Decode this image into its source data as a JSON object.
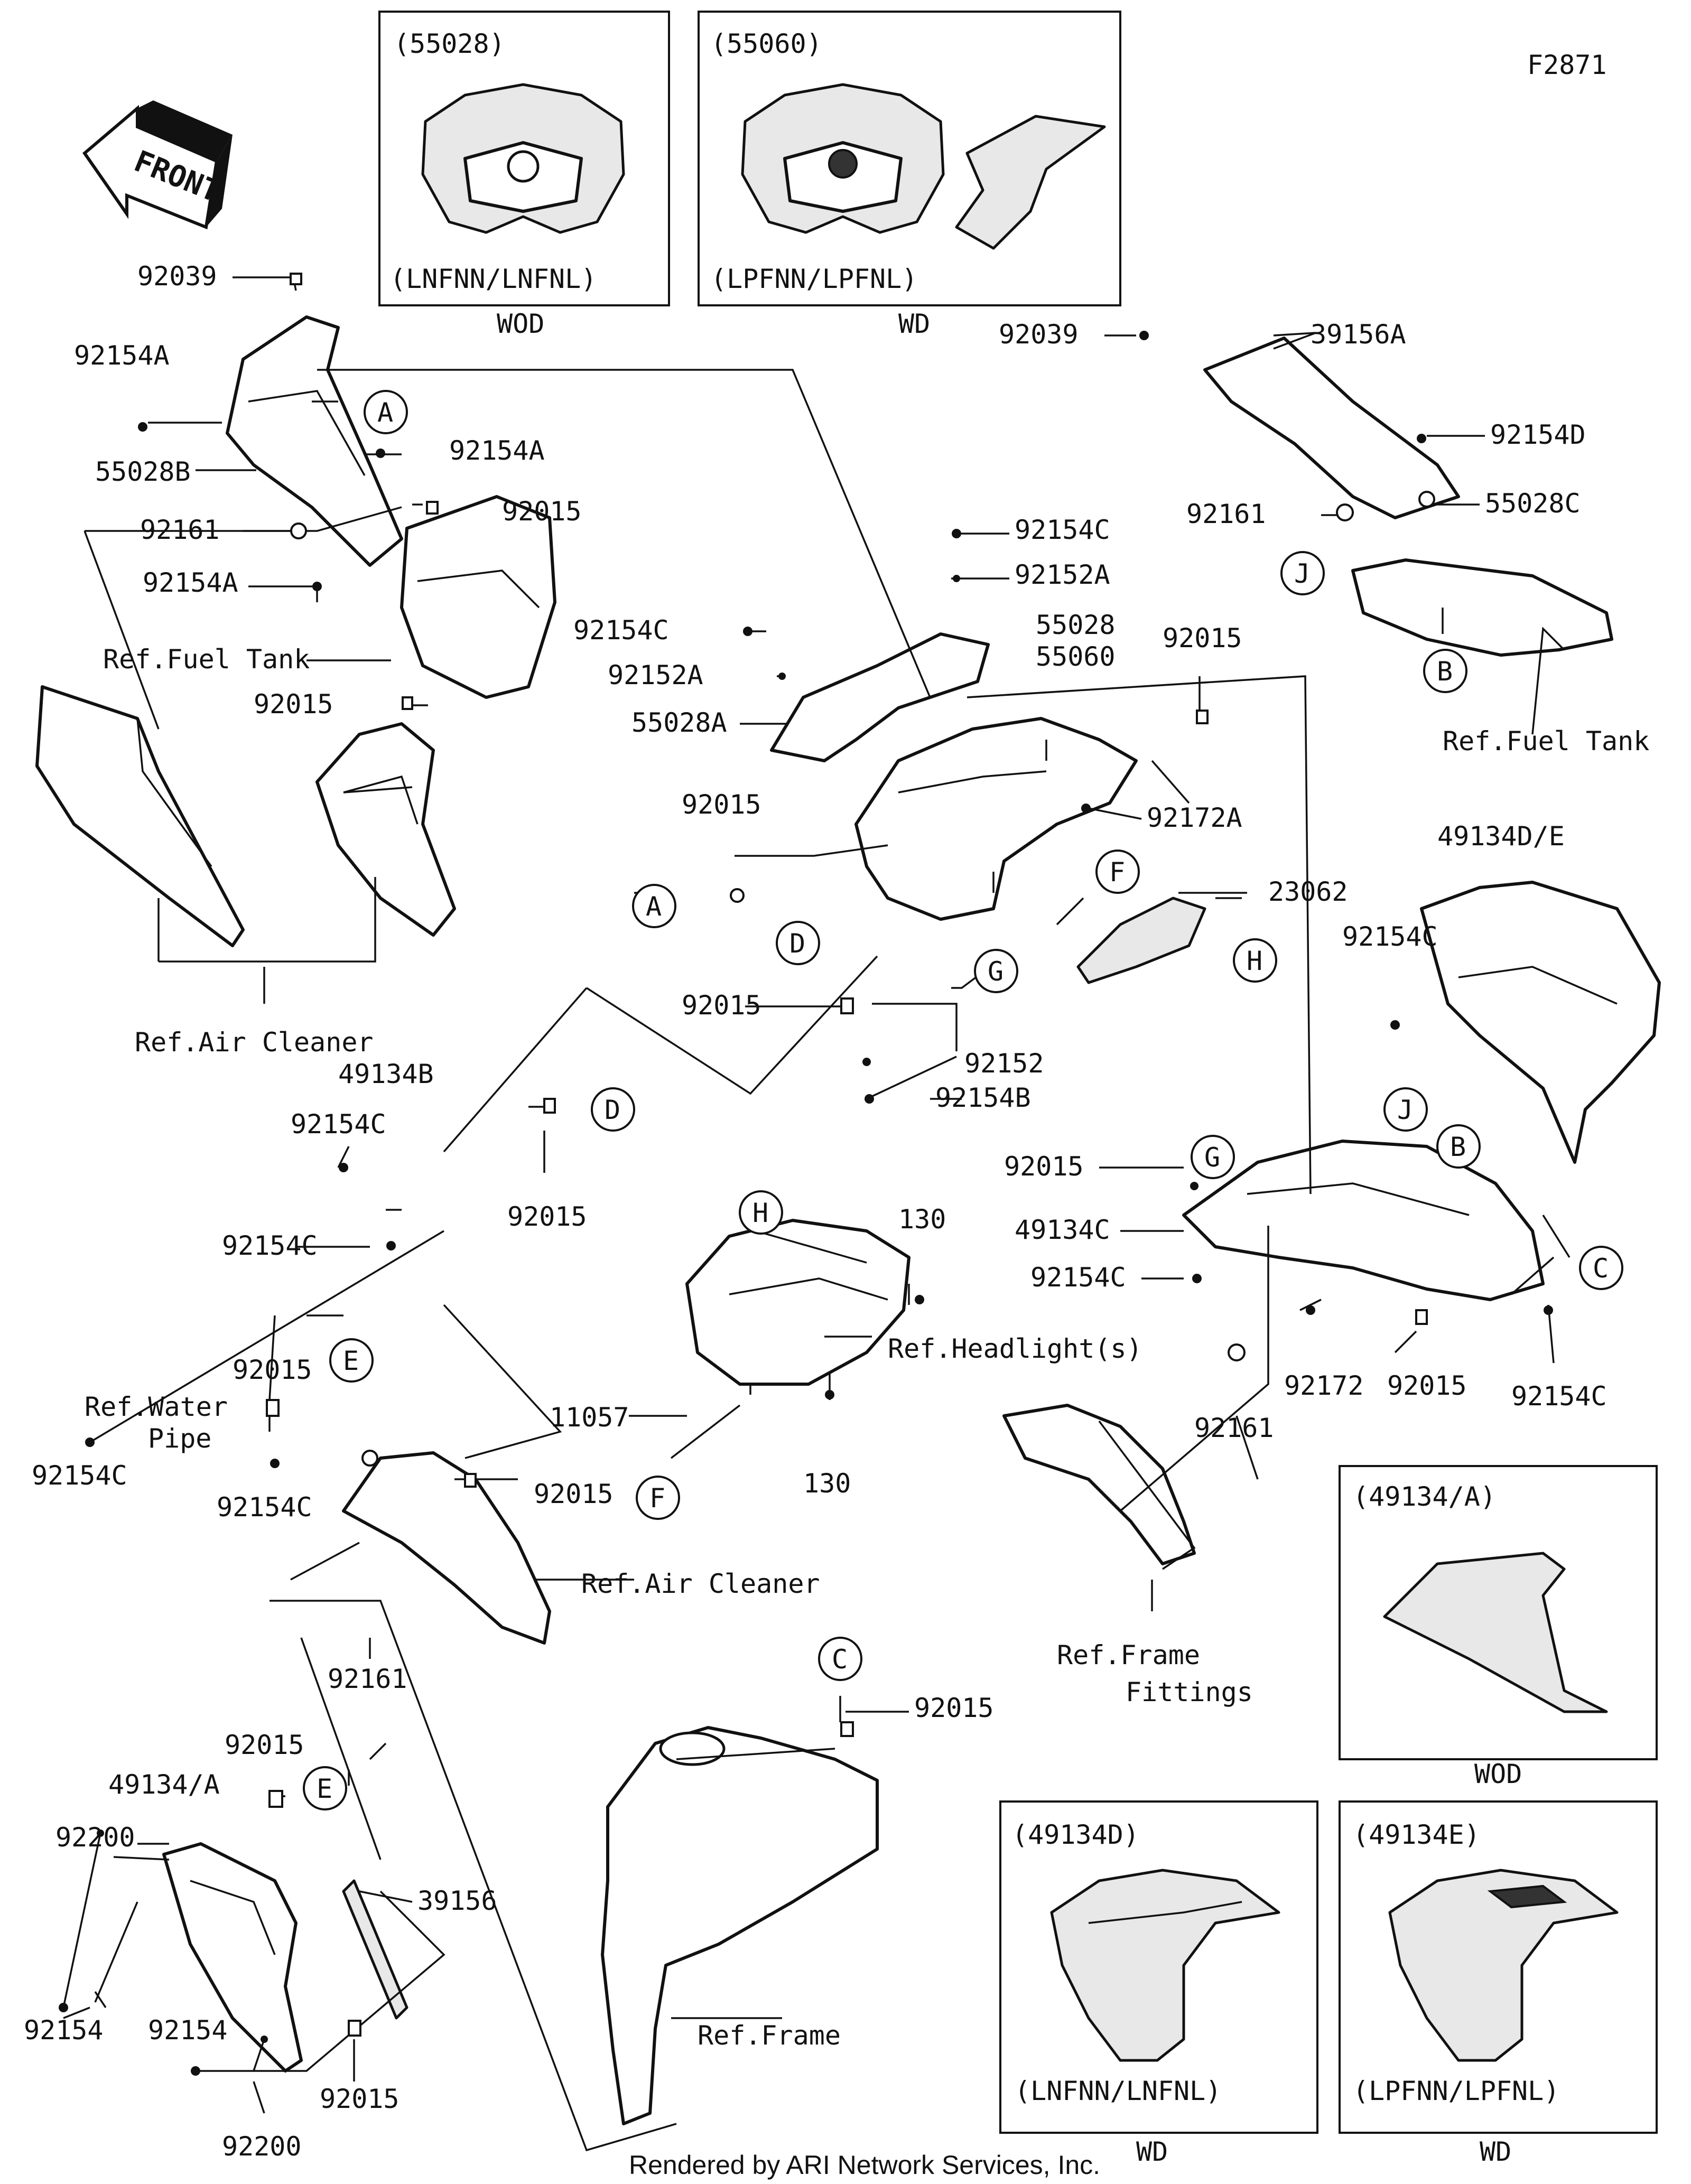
{
  "figure_id": "F2871",
  "footer": "Rendered by ARI Network Services, Inc.",
  "front_arrow": "FRONT",
  "variant_boxes": [
    {
      "code": "(55028)",
      "models": "(LNFNN/LNFNL)",
      "caption": "WOD"
    },
    {
      "code": "(55060)",
      "models": "(LPFNN/LPFNL)",
      "caption": "WD"
    },
    {
      "code": "(49134/A)",
      "models": "",
      "caption": "WOD"
    },
    {
      "code": "(49134D)",
      "models": "(LNFNN/LNFNL)",
      "caption": "WD"
    },
    {
      "code": "(49134E)",
      "models": "(LPFNN/LPFNL)",
      "caption": "WD"
    }
  ],
  "part_labels": [
    "92039",
    "92154A",
    "55028B",
    "92161",
    "92154A",
    "92154A",
    "92015",
    "92015",
    "92039",
    "39156A",
    "92154D",
    "92161",
    "55028C",
    "92154C",
    "92152A",
    "92154C",
    "92152A",
    "55028A",
    "55028",
    "55060",
    "92015",
    "92172A",
    "92015",
    "23062",
    "92015",
    "92152",
    "92154B",
    "49134D/E",
    "92154C",
    "49134B",
    "92154C",
    "92015",
    "92154C",
    "92015",
    "92154C",
    "92154C",
    "92015",
    "92161",
    "130",
    "11057",
    "130",
    "92015",
    "49134C",
    "92154C",
    "92172",
    "92015",
    "92161",
    "92154C",
    "92015",
    "49134/A",
    "92200",
    "92154",
    "92154",
    "92015",
    "92200",
    "39156",
    "92015"
  ],
  "callout_letters": [
    "A",
    "A",
    "J",
    "B",
    "F",
    "D",
    "H",
    "G",
    "D",
    "E",
    "H",
    "F",
    "G",
    "J",
    "B",
    "C",
    "E",
    "C"
  ],
  "ref_labels": [
    "Ref.Fuel Tank",
    "Ref.Fuel Tank",
    "Ref.Air Cleaner",
    "Ref.Water",
    "Pipe",
    "Ref.Air Cleaner",
    "Ref.Headlight(s)",
    "Ref.Frame",
    "Fittings",
    "Ref.Frame"
  ]
}
